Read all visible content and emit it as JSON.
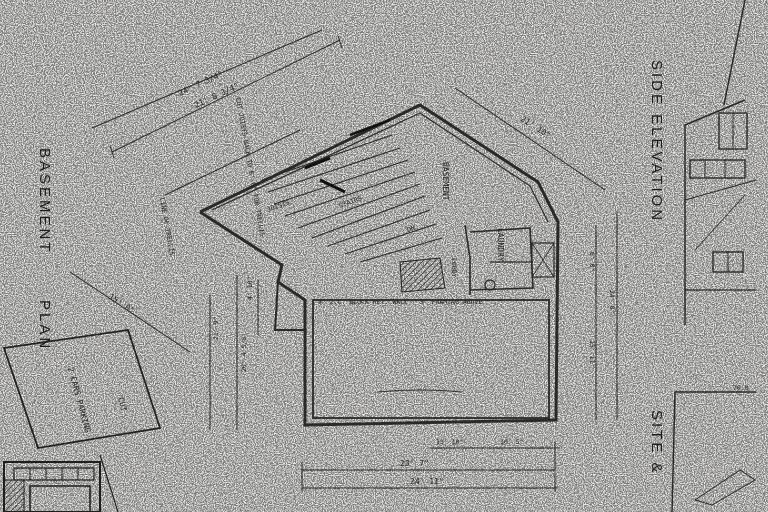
{
  "titles": {
    "basement": "BASEMENT",
    "plan": "PLAN",
    "side_elevation": "SIDE ELEVATION",
    "site": "SITE &"
  },
  "labels": {
    "basement_room": "BASEMENT",
    "laundry": "LAUNDRY",
    "lobby": "LOBBY",
    "wall_note": "8\" Z.C. BLOCK RET. WALL   ·   3\" FRAMING ABOVE",
    "trellis": "LINE OF TRELLIS",
    "joists": "CUT JOISTS BACK TO 6'-0\" FOR TRELLIS",
    "stairs": "STAIRS",
    "joists_short": "JOISTS",
    "dn": "DN",
    "parking": "2 CARS PARKING",
    "parking_sub": "CUT",
    "site_level": "70.0"
  },
  "dimensions": {
    "top_a": "24' 7 3/4\"",
    "top_b": "21' 8 3/4\"",
    "right_angle": "21' 10\"",
    "left_angle": "15' 0\"",
    "left_v1": "21' 9\"",
    "left_v2": "20' 4 5/8\"",
    "left_v3": "4' 10\"",
    "right_v1": "6' 0\"",
    "right_v2": "15' 11\"",
    "right_v3": "24' 8\"",
    "bottom_a": "13' 10\"",
    "bottom_b": "10' 5\"",
    "bottom_c": "23' 7\"",
    "bottom_d": "24' 11\""
  }
}
